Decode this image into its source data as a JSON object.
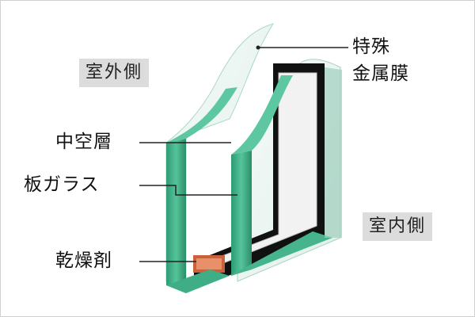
{
  "labels": {
    "outdoor_side": "室外側",
    "indoor_side": "室内側",
    "special_metal_film_line1": "特殊",
    "special_metal_film_line2": "金属膜",
    "air_gap": "中空層",
    "glass_pane": "板ガラス",
    "desiccant": "乾燥剤"
  },
  "colors": {
    "glass_edge": "#3fae86",
    "glass_face": "#e9f5f0",
    "spacer": "#111111",
    "desiccant": "#c9623a",
    "label_box": "#dcdcdc"
  }
}
